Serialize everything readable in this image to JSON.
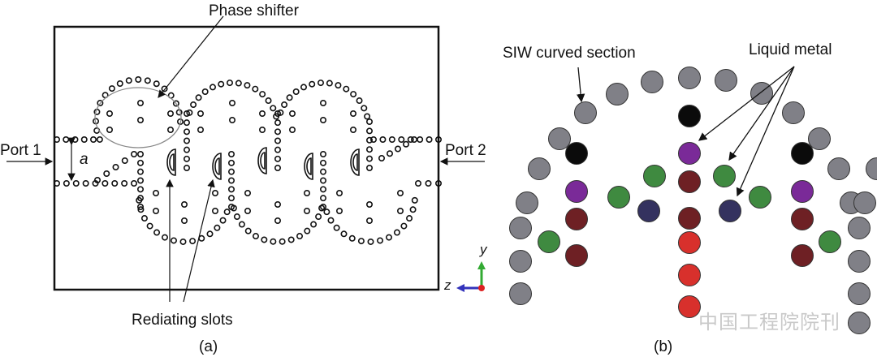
{
  "panel_a": {
    "phase_shifter_label": "Phase shifter",
    "port1_label": "Port 1",
    "port2_label": "Port 2",
    "width_label": "a",
    "slots_label": "Rediating slots",
    "axis_y": "y",
    "axis_z": "z",
    "caption": "(a)"
  },
  "panel_b": {
    "siw_label": "SIW curved section",
    "liquid_metal_label": "Liquid metal",
    "caption": "(b)",
    "watermark": "中国工程院院刊",
    "colors": {
      "gray": "#808087",
      "black": "#0b0b0b",
      "purple": "#7a2a98",
      "green": "#3f8a40",
      "navy": "#34325f",
      "darkred": "#6e2024",
      "red": "#d8302c"
    }
  }
}
